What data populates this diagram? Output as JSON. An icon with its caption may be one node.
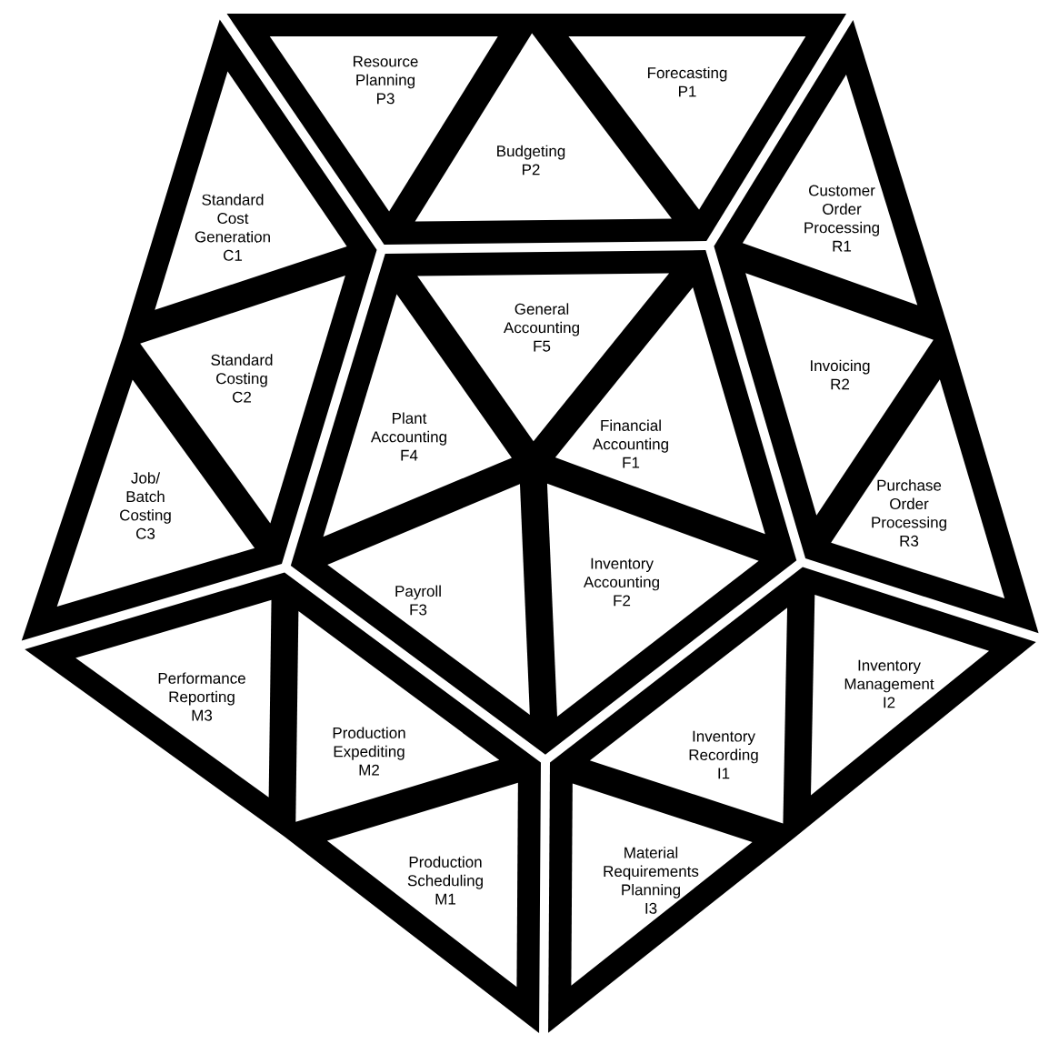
{
  "diagram": {
    "nodes": [
      {
        "text": [
          "Resource Planning",
          "P3"
        ]
      },
      {
        "text": [
          "Budgeting",
          "P2"
        ]
      },
      {
        "text": [
          "Forecasting",
          "P1"
        ]
      },
      {
        "text": [
          "Standard Cost Generation",
          "C1"
        ]
      },
      {
        "text": [
          "Customer Order Processing",
          "R1"
        ]
      },
      {
        "text": [
          "General Accounting",
          "F5"
        ]
      },
      {
        "text": [
          "Standard Costing",
          "C2"
        ]
      },
      {
        "text": [
          "Invoicing",
          "R2"
        ]
      },
      {
        "text": [
          "Plant Accounting",
          "F4"
        ]
      },
      {
        "text": [
          "Financial Accounting",
          "F1"
        ]
      },
      {
        "text": [
          "Job/ Batch Costing",
          "C3"
        ]
      },
      {
        "text": [
          "Purchase Order Processing",
          "R3"
        ]
      },
      {
        "text": [
          "Payroll",
          "F3"
        ]
      },
      {
        "text": [
          "Inventory Accounting",
          "F2"
        ]
      },
      {
        "text": [
          "Performance Reporting",
          "M3"
        ]
      },
      {
        "text": [
          "Inventory Management",
          "I2"
        ]
      },
      {
        "text": [
          "Production Expediting",
          "M2"
        ]
      },
      {
        "text": [
          "Inventory Recording",
          "I1"
        ]
      },
      {
        "text": [
          "Production Scheduling",
          "M1"
        ]
      },
      {
        "text": [
          "Material Requirements Planning",
          "I3"
        ]
      }
    ]
  }
}
